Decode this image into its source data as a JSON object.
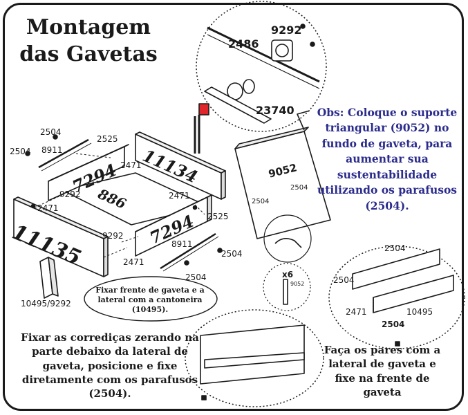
{
  "title": "Montagem das Gavetas",
  "obs_note": "Obs: Coloque o suporte triangular (9052) no fundo de gaveta, para aumentar sua sustentabilidade utilizando os parafusos (2504).",
  "caption_slides": "Fixar as corrediças zerando na parte debaixo da lateral de gaveta, posicione e fixe diretamente com os parafusos (2504).",
  "caption_pairs": "Faça os pares com a lateral de gaveta e fixe na frente de gaveta",
  "caption_bracket": "Fixar frente de gaveta e a lateral com a cantoneira (10495).",
  "panels": {
    "front": "11135",
    "back": "11134",
    "bottom": "886",
    "side_left": "7294",
    "side_right": "7294"
  },
  "detail_parts": {
    "screw": "9292",
    "lock_body": "2486",
    "lock_rail": "23740"
  },
  "part_labels": {
    "screw_2504": "2504",
    "slide_2525": "2525",
    "dowel_8911": "8911",
    "screw_9292": "9292",
    "cam_2471": "2471",
    "bracket": "10495/9292",
    "support_9052": "9052",
    "qty_x6": "x6",
    "angle_10495": "10495"
  },
  "colors": {
    "line": "#1a1a1a",
    "note_blue": "#2b2c8c",
    "lock_red": "#e0262b",
    "background": "#ffffff"
  }
}
